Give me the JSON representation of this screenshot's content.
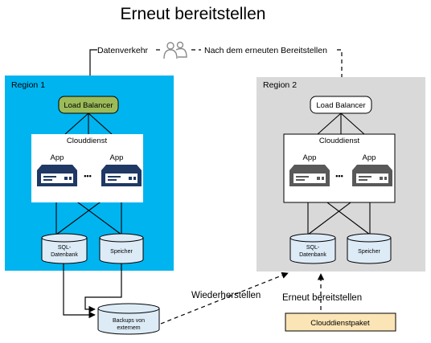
{
  "title": "Erneut bereitstellen",
  "traffic": {
    "label_left": "Datenverkehr",
    "label_right": "Nach dem erneuten Bereitstellen",
    "icon": "users-icon"
  },
  "region1": {
    "label": "Region 1",
    "load_balancer": "Load Balancer",
    "cloud_service": "Clouddienst",
    "app_left": "App",
    "app_right": "App",
    "ellipsis": "•••",
    "sql": [
      "SQL-",
      "Datenbank"
    ],
    "storage": "Speicher",
    "colors": {
      "fill": "#00b4f0",
      "load_balancer": "#9bbb59",
      "server": "#1f3864"
    }
  },
  "region2": {
    "label": "Region 2",
    "load_balancer": "Load Balancer",
    "cloud_service": "Clouddienst",
    "app_left": "App",
    "app_right": "App",
    "ellipsis": "•••",
    "sql": [
      "SQL-",
      "Datenbank"
    ],
    "storage": "Speicher",
    "colors": {
      "fill": "#d9d9d9",
      "server": "#595959"
    }
  },
  "backup": {
    "lines": [
      "Backups von",
      "externem"
    ],
    "color": "#ddebf7"
  },
  "restore_label": "Wiederherstellen",
  "redeploy_label": "Erneut bereitstellen",
  "package": {
    "label": "Clouddienstpaket",
    "color": "#fbe5b6"
  }
}
